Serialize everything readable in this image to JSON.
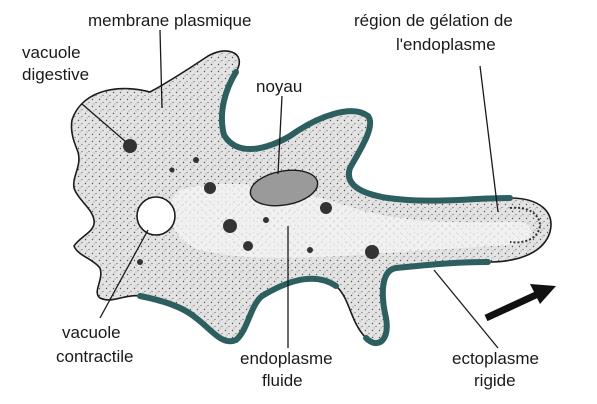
{
  "labels": {
    "membrane": "membrane plasmique",
    "vacuole_digestive": [
      "vacuole",
      "digestive"
    ],
    "noyau": "noyau",
    "gelation": [
      "région de gélation de",
      "l'endoplasme"
    ],
    "vacuole_contractile": [
      "vacuole",
      "contractile"
    ],
    "endoplasme_fluide": [
      "endoplasme",
      "fluide"
    ],
    "ectoplasme_rigide": [
      "ectoplasme",
      "rigide"
    ]
  },
  "colors": {
    "ectoplasm_band": "#2e5f60",
    "body_fill": "#e6e6e6",
    "outline": "#1b1b1b",
    "arrow": "#111111"
  },
  "icons": {
    "movement_arrow": "arrow-right-up-icon"
  }
}
